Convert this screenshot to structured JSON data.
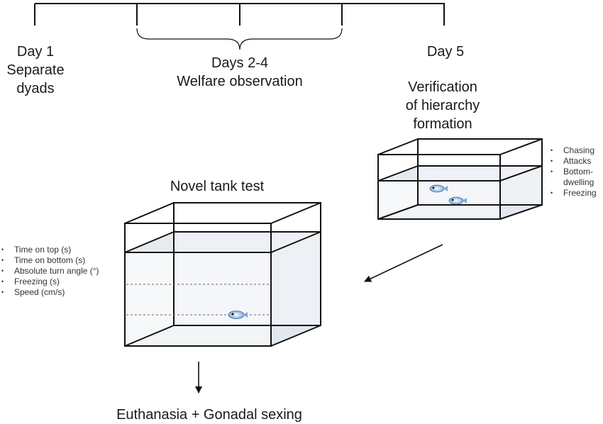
{
  "timeline": {
    "day1": {
      "line1": "Day 1",
      "line2": "Separate",
      "line3": "dyads"
    },
    "days24": {
      "line1": "Days 2-4",
      "line2": "Welfare observation"
    },
    "day5": {
      "line1": "Day 5"
    }
  },
  "verification": {
    "title": {
      "line1": "Verification",
      "line2": "of hierarchy",
      "line3": "formation"
    },
    "measures": [
      "Chasing",
      "Attacks",
      "Bottom-dwelling",
      "Freezing"
    ]
  },
  "novel_tank": {
    "title": "Novel tank test",
    "measures": [
      "Time on top (s)",
      "Time on bottom (s)",
      "Absolute turn angle (°)",
      "Freezing (s)",
      "Speed (cm/s)"
    ]
  },
  "outcome": {
    "label": "Euthanasia + Gonadal sexing"
  },
  "icons": {
    "fish": "zebrafish-icon",
    "arrow": "arrow-icon"
  },
  "colors": {
    "line": "#111111",
    "water_front": "#f4f6f8",
    "water_bottom": "#e3e8ee",
    "water_back": "#edf1f5"
  }
}
